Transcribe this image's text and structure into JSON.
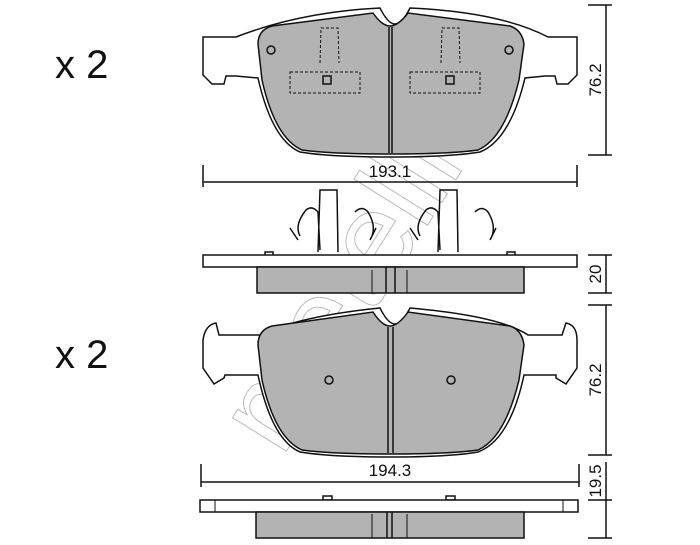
{
  "quantities": {
    "top": "x 2",
    "bottom": "x 2"
  },
  "dimensions": {
    "top_width": "193.1",
    "top_height": "76.2",
    "top_thickness": "20",
    "bottom_width": "194.3",
    "bottom_height": "76.2",
    "bottom_thickness": "19.5"
  },
  "watermark": "metelli",
  "colors": {
    "friction": "#b3b3b3",
    "line": "#111111",
    "watermark": "#bbbbbb"
  }
}
